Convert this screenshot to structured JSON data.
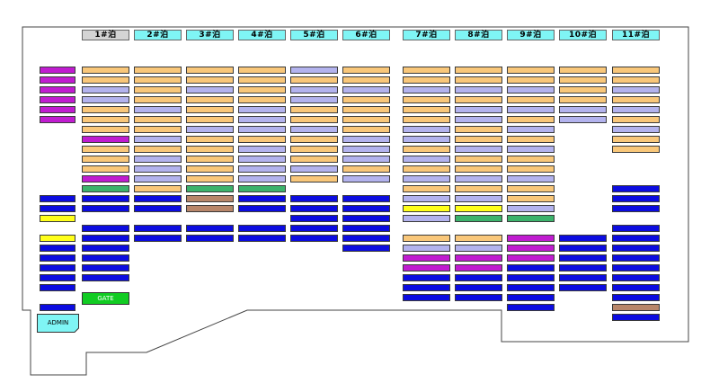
{
  "colors": {
    "orange": "#f9c77a",
    "lavender": "#b3b3ee",
    "magenta": "#c01cd0",
    "blue": "#0c0ce0",
    "green": "#3cb36c",
    "yellow": "#ffff1a",
    "brown": "#b8866a",
    "cyan": "#7ff5f5",
    "grey": "#d4d4d4",
    "gate_green": "#11cc22",
    "admin_cyan": "#7ff5f5"
  },
  "berths": [
    {
      "label": "1#泊",
      "color_key": "grey"
    },
    {
      "label": "2#泊",
      "color_key": "cyan"
    },
    {
      "label": "3#泊",
      "color_key": "cyan"
    },
    {
      "label": "4#泊",
      "color_key": "cyan"
    },
    {
      "label": "5#泊",
      "color_key": "cyan"
    },
    {
      "label": "6#泊",
      "color_key": "cyan"
    },
    {
      "label": "7#泊",
      "color_key": "cyan"
    },
    {
      "label": "8#泊",
      "color_key": "cyan"
    },
    {
      "label": "9#泊",
      "color_key": "cyan"
    },
    {
      "label": "10#泊",
      "color_key": "cyan"
    },
    {
      "label": "11#泊",
      "color_key": "cyan"
    }
  ],
  "labels": {
    "gate": "GATE",
    "admin": "ADMIN"
  },
  "columns": [
    {
      "id": "col-0",
      "slots": [
        "magenta",
        "magenta",
        "magenta",
        "magenta",
        "magenta",
        "magenta",
        "",
        "",
        "",
        "",
        "",
        "",
        "",
        "blue",
        "blue",
        "yellow",
        "",
        "yellow",
        "blue",
        "blue",
        "blue",
        "blue",
        "blue",
        "",
        "blue"
      ]
    },
    {
      "id": "col-1",
      "slots": [
        "orange",
        "orange",
        "lavender",
        "lavender",
        "orange",
        "orange",
        "orange",
        "magenta",
        "orange",
        "orange",
        "orange",
        "magenta",
        "green",
        "blue",
        "blue",
        "",
        "blue",
        "blue",
        "blue",
        "blue",
        "blue",
        "blue"
      ]
    },
    {
      "id": "col-2",
      "slots": [
        "orange",
        "orange",
        "orange",
        "orange",
        "lavender",
        "orange",
        "orange",
        "lavender",
        "orange",
        "lavender",
        "lavender",
        "lavender",
        "orange",
        "blue",
        "blue",
        "",
        "blue",
        "blue"
      ]
    },
    {
      "id": "col-3",
      "slots": [
        "orange",
        "orange",
        "lavender",
        "orange",
        "orange",
        "orange",
        "lavender",
        "orange",
        "orange",
        "orange",
        "orange",
        "orange",
        "green",
        "brown",
        "brown",
        "",
        "blue",
        "blue"
      ]
    },
    {
      "id": "col-4",
      "slots": [
        "orange",
        "orange",
        "orange",
        "orange",
        "lavender",
        "lavender",
        "lavender",
        "orange",
        "lavender",
        "lavender",
        "lavender",
        "lavender",
        "green",
        "blue",
        "blue",
        "",
        "blue",
        "blue"
      ]
    },
    {
      "id": "col-5",
      "slots": [
        "lavender",
        "orange",
        "lavender",
        "lavender",
        "orange",
        "orange",
        "lavender",
        "orange",
        "orange",
        "orange",
        "lavender",
        "orange",
        "",
        "blue",
        "blue",
        "blue",
        "blue",
        "blue"
      ]
    },
    {
      "id": "col-6",
      "slots": [
        "orange",
        "orange",
        "lavender",
        "orange",
        "orange",
        "orange",
        "orange",
        "lavender",
        "lavender",
        "lavender",
        "orange",
        "lavender",
        "",
        "blue",
        "blue",
        "blue",
        "blue",
        "blue",
        "blue"
      ]
    },
    {
      "id": "col-7",
      "slots": [
        "orange",
        "orange",
        "lavender",
        "orange",
        "orange",
        "orange",
        "lavender",
        "lavender",
        "orange",
        "lavender",
        "orange",
        "lavender",
        "orange",
        "lavender",
        "yellow",
        "lavender",
        "",
        "orange",
        "lavender",
        "magenta",
        "magenta",
        "blue",
        "blue",
        "blue"
      ]
    },
    {
      "id": "col-8",
      "slots": [
        "orange",
        "orange",
        "lavender",
        "orange",
        "lavender",
        "lavender",
        "orange",
        "orange",
        "lavender",
        "orange",
        "orange",
        "lavender",
        "orange",
        "lavender",
        "yellow",
        "green",
        "",
        "orange",
        "lavender",
        "magenta",
        "magenta",
        "blue",
        "blue",
        "blue"
      ]
    },
    {
      "id": "col-9",
      "slots": [
        "orange",
        "orange",
        "lavender",
        "orange",
        "lavender",
        "orange",
        "lavender",
        "orange",
        "lavender",
        "orange",
        "orange",
        "lavender",
        "orange",
        "orange",
        "lavender",
        "green",
        "",
        "magenta",
        "magenta",
        "magenta",
        "blue",
        "blue",
        "blue",
        "blue",
        "blue"
      ]
    },
    {
      "id": "col-10",
      "slots": [
        "orange",
        "orange",
        "orange",
        "orange",
        "lavender",
        "lavender",
        "",
        "",
        "",
        "",
        "",
        "",
        "",
        "",
        "",
        "",
        "",
        "blue",
        "blue",
        "blue",
        "blue",
        "blue",
        "blue"
      ]
    },
    {
      "id": "col-11",
      "slots": [
        "orange",
        "orange",
        "lavender",
        "orange",
        "lavender",
        "orange",
        "lavender",
        "orange",
        "orange",
        "",
        "",
        "",
        "blue",
        "blue",
        "blue",
        "",
        "blue",
        "blue",
        "blue",
        "blue",
        "blue",
        "blue",
        "blue",
        "blue",
        "brown",
        "blue"
      ]
    }
  ]
}
